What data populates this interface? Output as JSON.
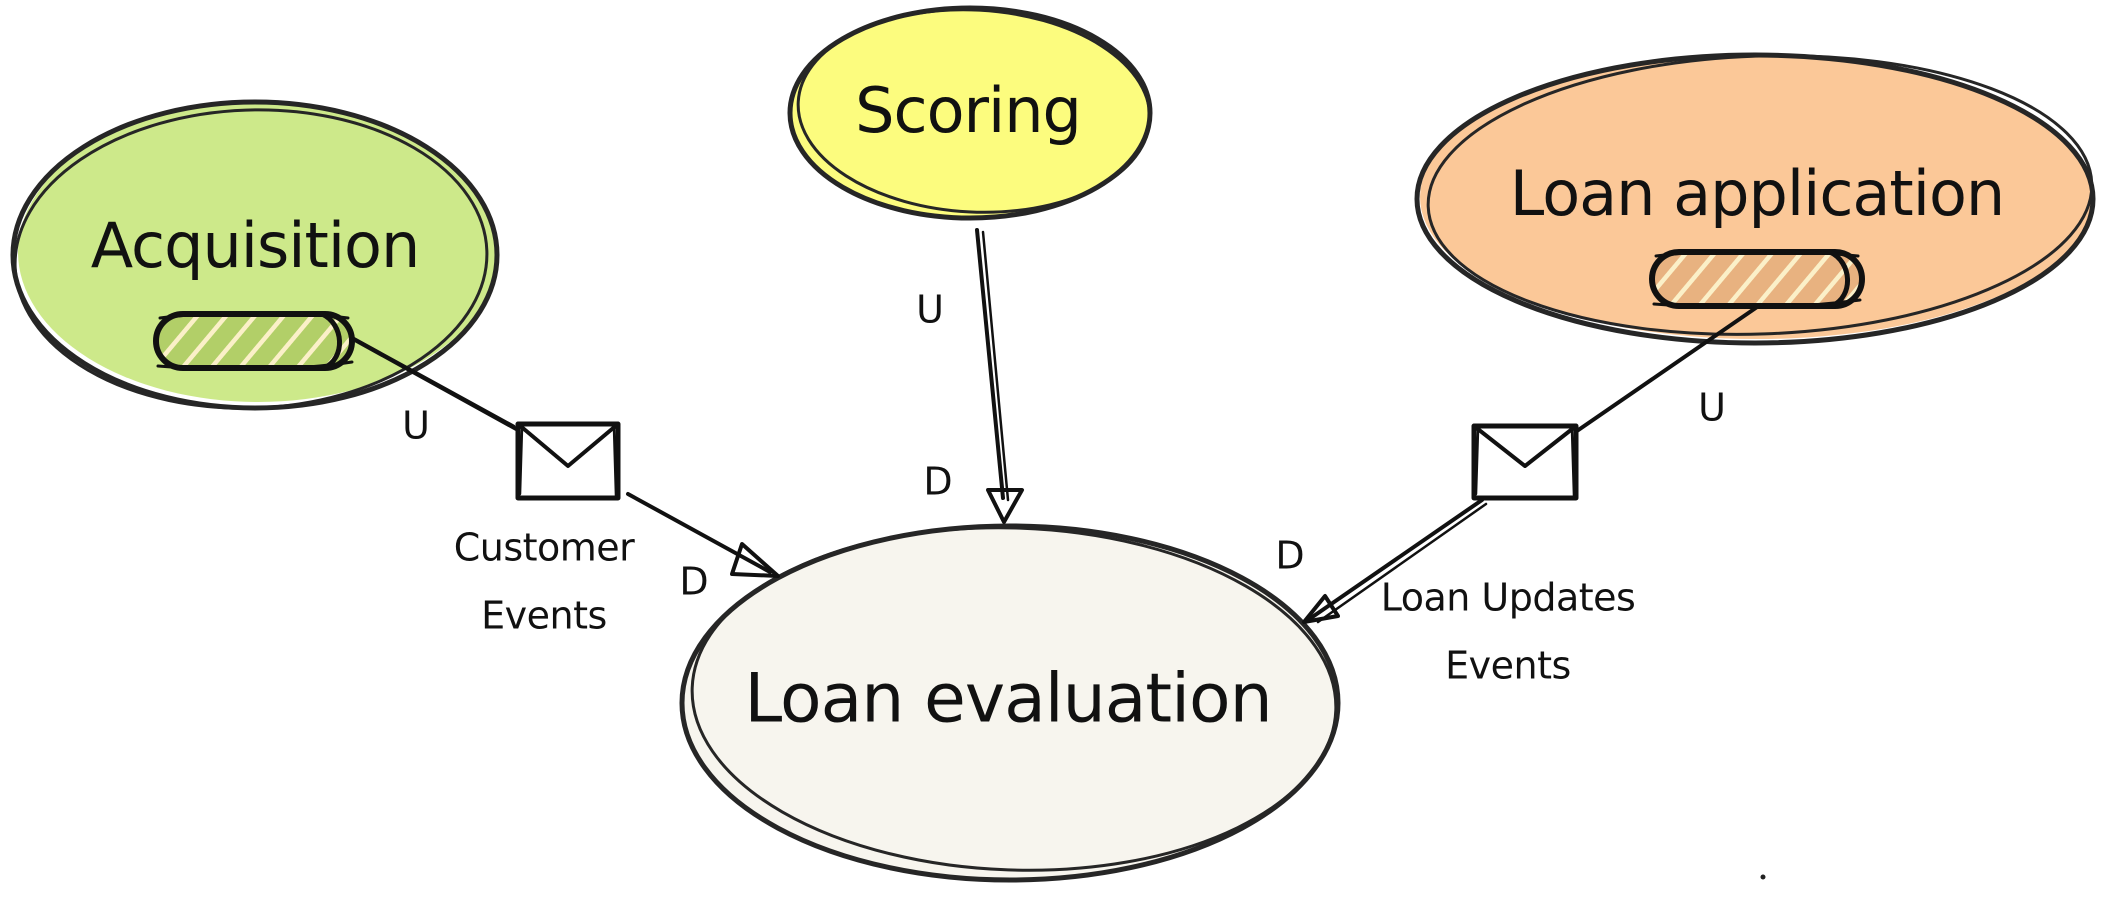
{
  "colors": {
    "acquisition": "#cde98a",
    "scoring": "#fcfc7e",
    "loan_application": "#fbc898",
    "loan_evaluation": "#f7f5ee",
    "stroke": "#262626",
    "hatch": "#fbf0c8"
  },
  "nodes": {
    "acquisition": {
      "label": "Acquisition"
    },
    "scoring": {
      "label": "Scoring"
    },
    "loan_application": {
      "label": "Loan application"
    },
    "loan_evaluation": {
      "label": "Loan evaluation"
    }
  },
  "channels": {
    "customer_events": {
      "line1": "Customer",
      "line2": "Events",
      "icon": "envelope-icon"
    },
    "loan_updates_events": {
      "line1": "Loan Updates",
      "line2": "Events",
      "icon": "envelope-icon"
    }
  },
  "relationships": {
    "acquisition_to_evaluation": {
      "upstream": "U",
      "downstream": "D"
    },
    "scoring_to_evaluation": {
      "upstream": "U",
      "downstream": "D"
    },
    "application_to_evaluation": {
      "upstream": "U",
      "downstream": "D"
    }
  }
}
